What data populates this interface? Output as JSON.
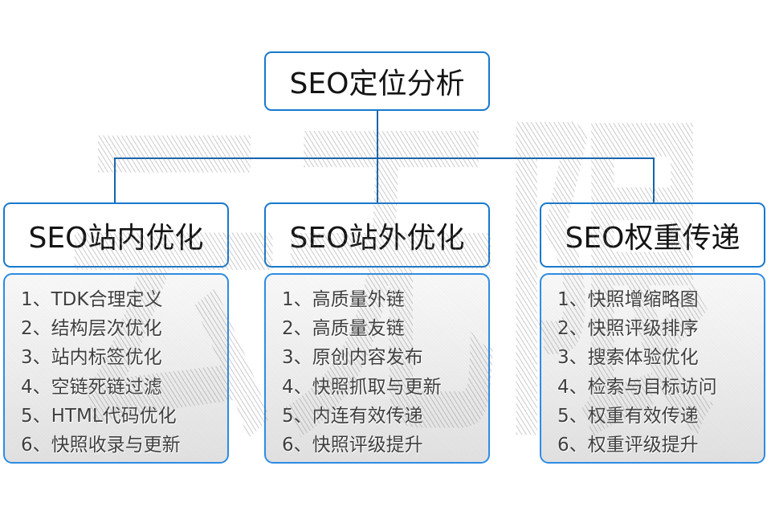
{
  "diagram": {
    "watermark": "云无限",
    "root": {
      "label": "SEO定位分析"
    },
    "columns": [
      {
        "header": "SEO站内优化",
        "items": [
          "1、TDK合理定义",
          "2、结构层次优化",
          "3、站内标签优化",
          "4、空链死链过滤",
          "5、HTML代码优化",
          "6、快照收录与更新"
        ]
      },
      {
        "header": "SEO站外优化",
        "items": [
          "1、高质量外链",
          "2、高质量友链",
          "3、原创内容发布",
          "4、快照抓取与更新",
          "5、内连有效传递",
          "6、快照评级提升"
        ]
      },
      {
        "header": "SEO权重传递",
        "items": [
          "1、快照增缩略图",
          "2、快照评级排序",
          "3、搜索体验优化",
          "4、检索与目标访问",
          "5、权重有效传递",
          "6、权重评级提升"
        ]
      }
    ],
    "colors": {
      "accent_border": "#1878cd",
      "panel_border": "#2e8ce2",
      "connector": "#1464ae",
      "header_text": "#141414",
      "item_text": "#3e3e3e"
    }
  }
}
